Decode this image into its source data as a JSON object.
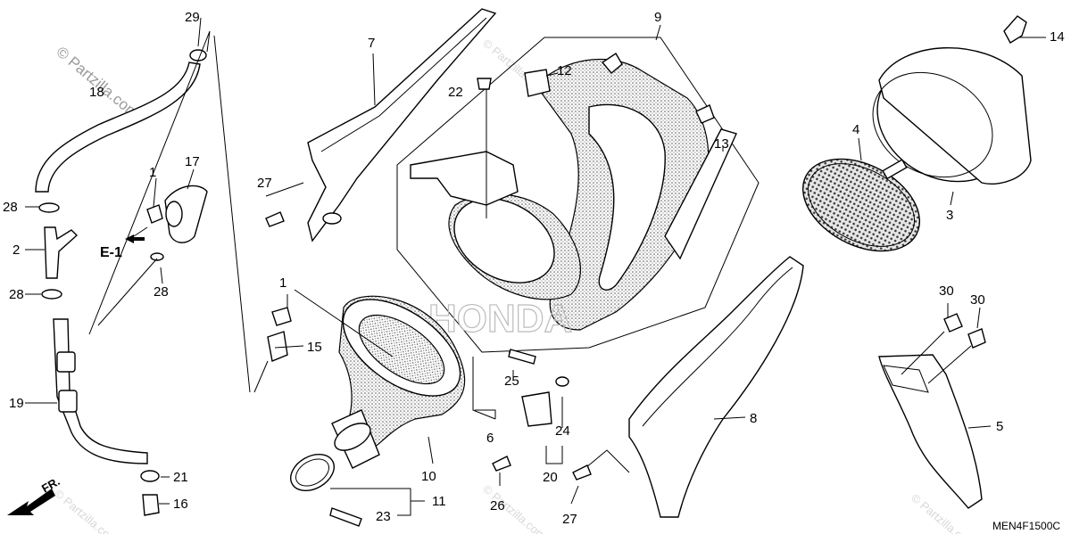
{
  "watermark": {
    "main": "© Partzilla.com",
    "faint": "© Partzilla.com"
  },
  "diagram_code": "MEN4F1500C",
  "direction_label": "FR.",
  "reference_label": "E-1",
  "callouts": {
    "c1a": "1",
    "c1b": "1",
    "c2": "2",
    "c3": "3",
    "c4": "4",
    "c5": "5",
    "c6": "6",
    "c7": "7",
    "c8": "8",
    "c9": "9",
    "c10": "10",
    "c11": "11",
    "c12": "12",
    "c13": "13",
    "c14": "14",
    "c15": "15",
    "c16": "16",
    "c17": "17",
    "c18": "18",
    "c19": "19",
    "c20": "20",
    "c21": "21",
    "c22": "22",
    "c23": "23",
    "c24": "24",
    "c25": "25",
    "c26": "26",
    "c27a": "27",
    "c27b": "27",
    "c28a": "28",
    "c28b": "28",
    "c28c": "28",
    "c29": "29",
    "c30a": "30",
    "c30b": "30"
  },
  "colors": {
    "line": "#000000",
    "stipple": "#555555",
    "watermark": "#9a9a9a",
    "background": "#ffffff"
  }
}
